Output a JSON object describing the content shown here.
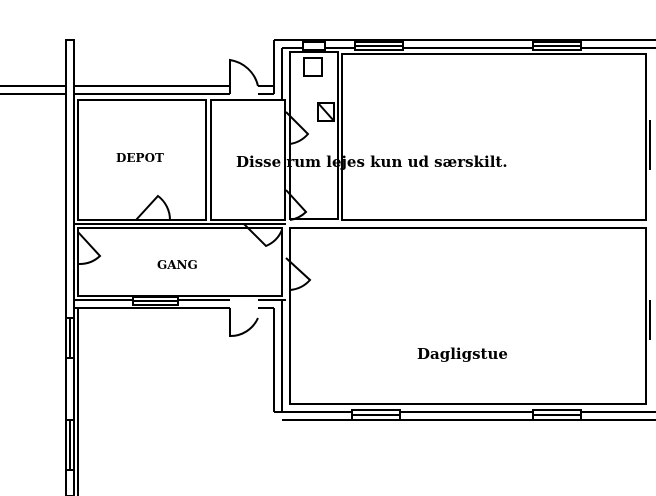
{
  "plan": {
    "rooms": {
      "depot": "DEPOT",
      "gang": "GANG",
      "dagligstue": "Dagligstue"
    },
    "note": "Disse rum lejes kun ud særskilt.",
    "colors": {
      "wall": "#000000",
      "background": "#ffffff"
    }
  }
}
